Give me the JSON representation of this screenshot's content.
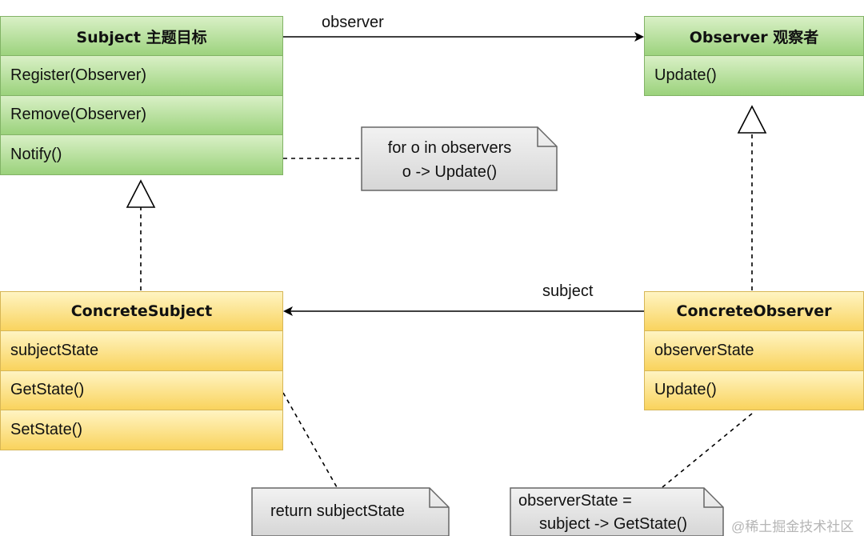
{
  "subject": {
    "title": "Subject 主题目标",
    "methods": [
      "Register(Observer)",
      "Remove(Observer)",
      "Notify()"
    ]
  },
  "observer": {
    "title": "Observer 观察者",
    "methods": [
      "Update()"
    ]
  },
  "concrete_subject": {
    "title": "ConcreteSubject",
    "members": [
      "subjectState",
      "GetState()",
      "SetState()"
    ]
  },
  "concrete_observer": {
    "title": "ConcreteObserver",
    "members": [
      "observerState",
      "Update()"
    ]
  },
  "associations": {
    "observer_label": "observer",
    "subject_label": "subject"
  },
  "notes": {
    "notify": [
      "for o in observers",
      "o -> Update()"
    ],
    "getstate": [
      "return subjectState"
    ],
    "update": [
      "observerState =",
      "subject -> GetState()"
    ]
  },
  "colors": {
    "green_fill": "#9bd27c",
    "green_border": "#82b366",
    "yellow_fill": "#f9d35d",
    "yellow_border": "#d6b656",
    "note_fill": "#e6e6e6",
    "note_border": "#666666"
  },
  "watermark": "@稀土掘金技术社区"
}
